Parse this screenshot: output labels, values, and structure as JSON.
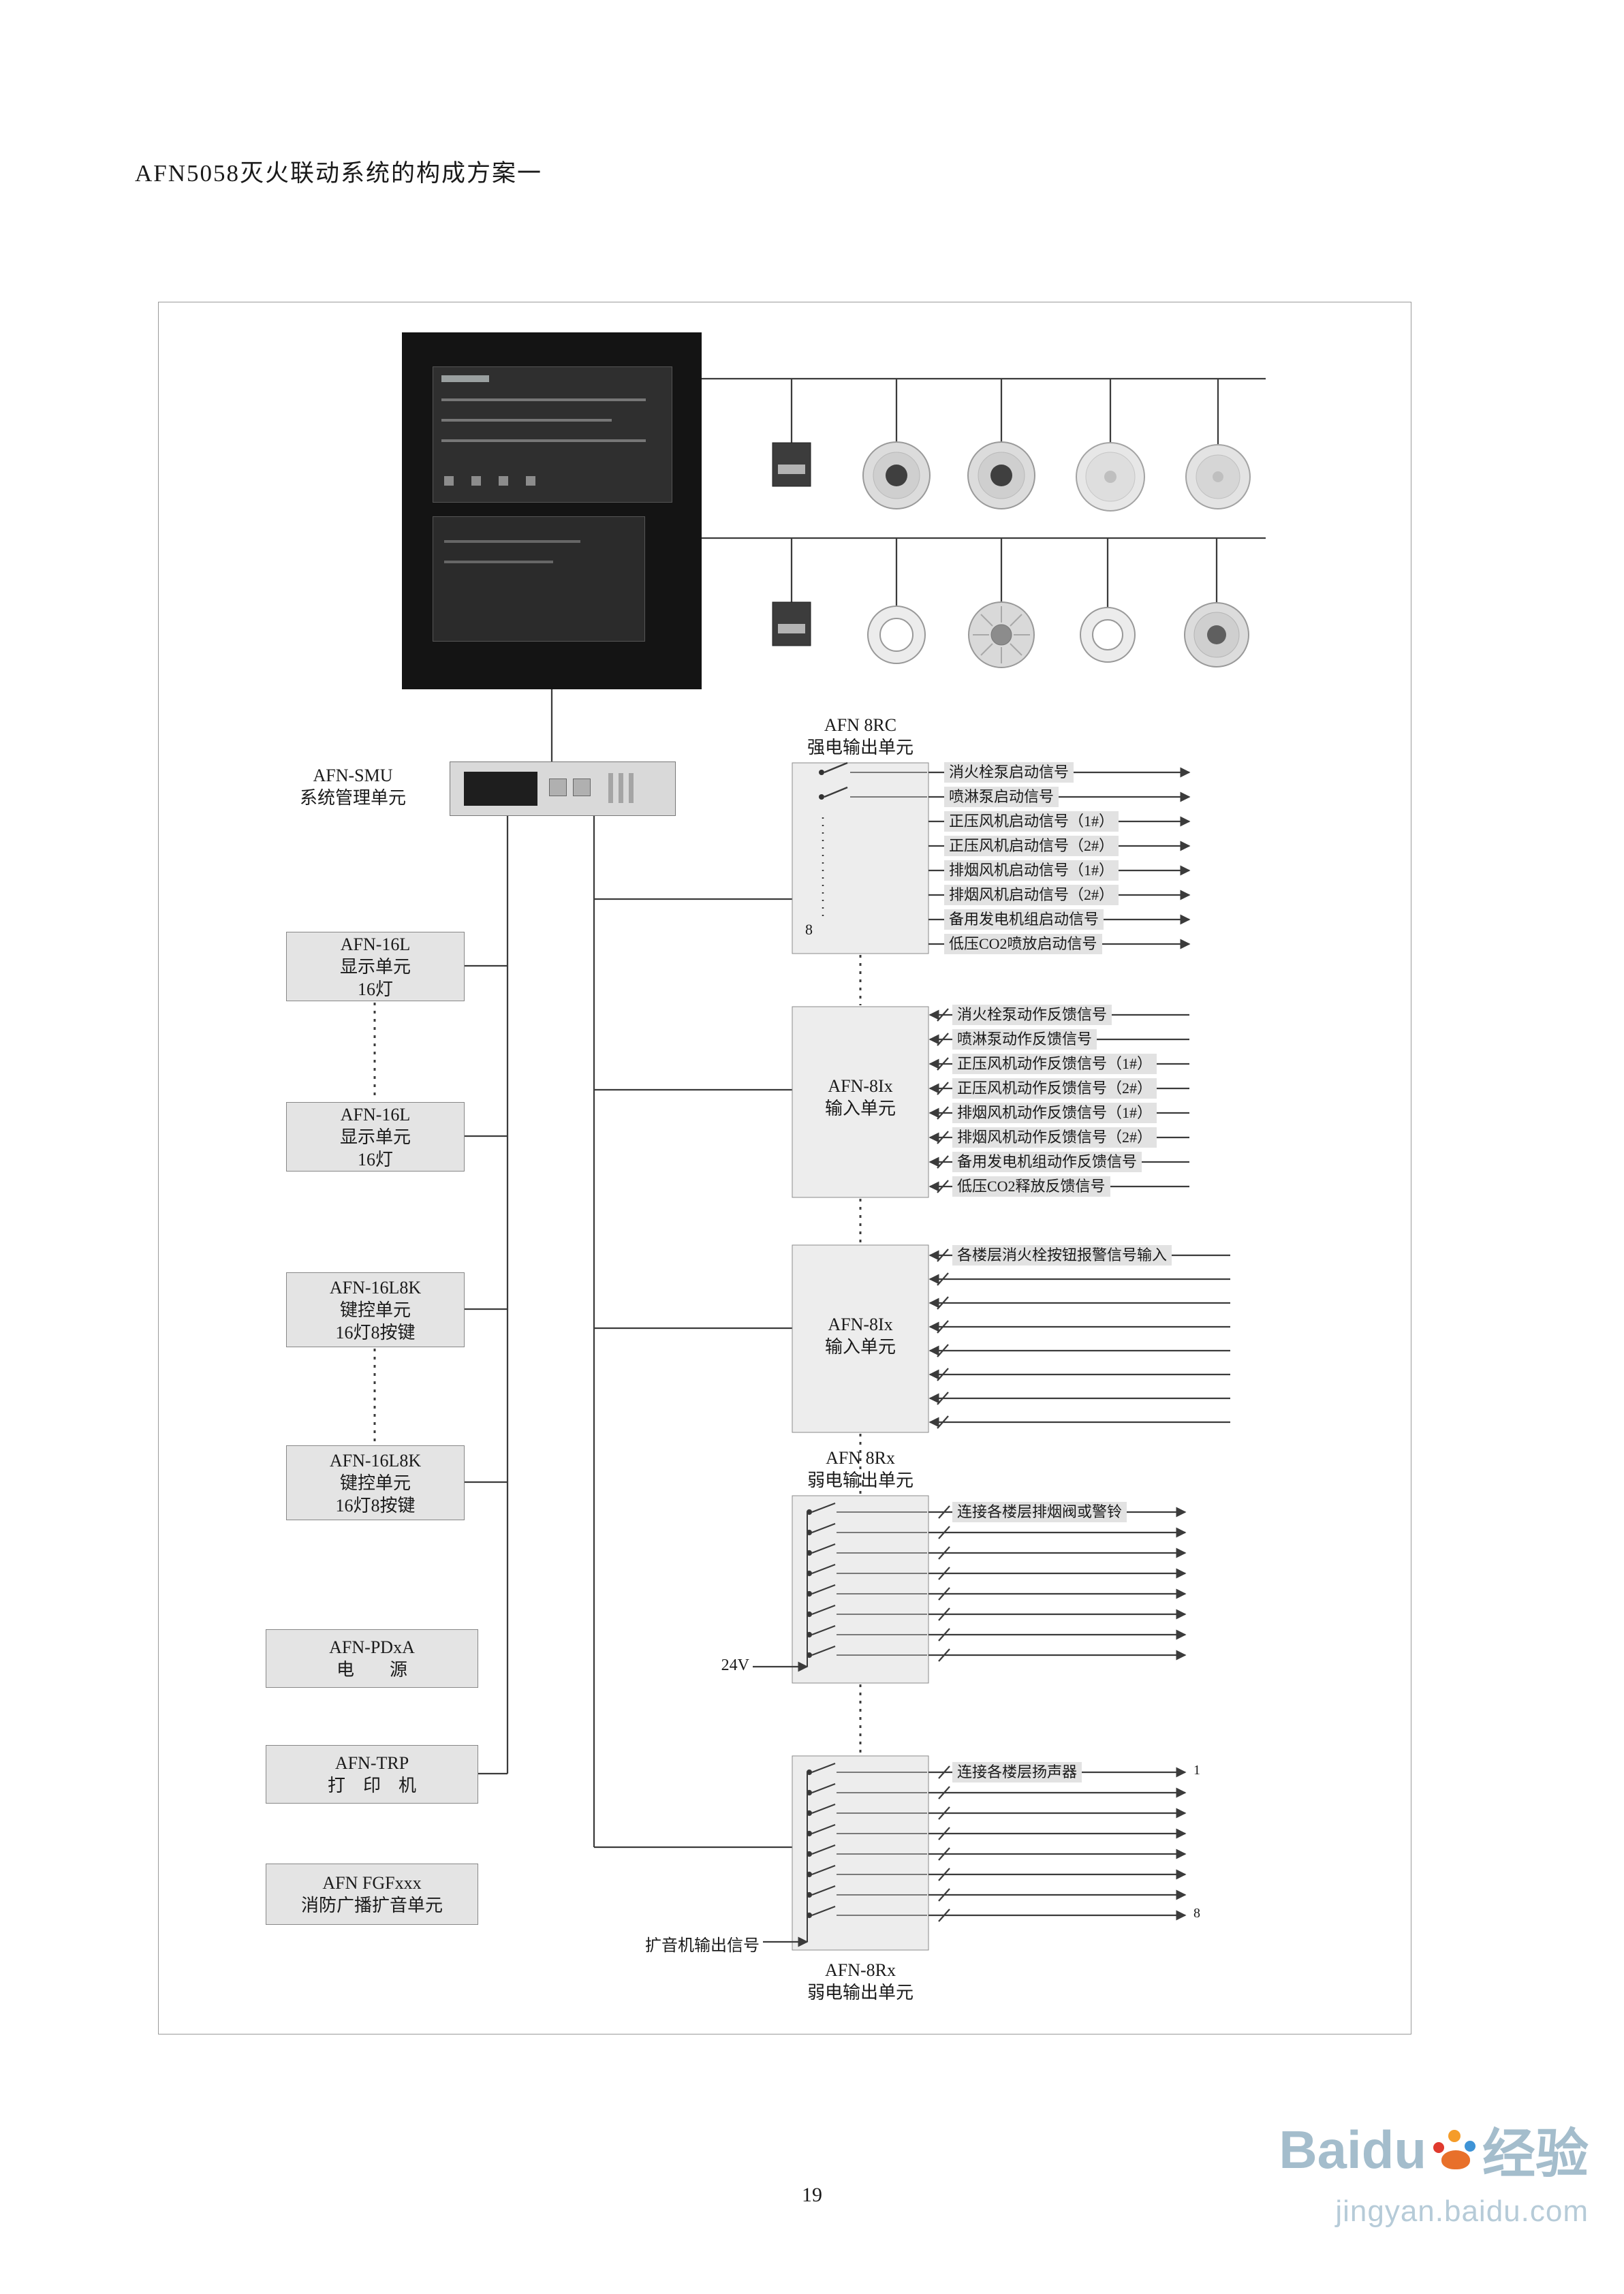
{
  "doc": {
    "title": "AFN5058灭火联动系统的构成方案一",
    "page_number": "19"
  },
  "smu": {
    "line1": "AFN-SMU",
    "line2": "系统管理单元"
  },
  "left_units": [
    {
      "line1": "AFN-16L",
      "line2": "显示单元",
      "line3": "16灯"
    },
    {
      "line1": "AFN-16L",
      "line2": "显示单元",
      "line3": "16灯"
    },
    {
      "line1": "AFN-16L8K",
      "line2": "键控单元",
      "line3": "16灯8按键"
    },
    {
      "line1": "AFN-16L8K",
      "line2": "键控单元",
      "line3": "16灯8按键"
    },
    {
      "line1": "AFN-PDxA",
      "line2": "电　　源"
    },
    {
      "line1": "AFN-TRP",
      "line2": "打　印　机"
    },
    {
      "line1": "AFN FGFxxx",
      "line2": "消防广播扩音单元"
    }
  ],
  "strong_output": {
    "title1": "AFN 8RC",
    "title2": "强电输出单元",
    "count_label": "8",
    "signals": [
      "消火栓泵启动信号",
      "喷淋泵启动信号",
      "正压风机启动信号（1#）",
      "正压风机启动信号（2#）",
      "排烟风机启动信号（1#）",
      "排烟风机启动信号（2#）",
      "备用发电机组启动信号",
      "低压CO2喷放启动信号"
    ]
  },
  "input_unit1": {
    "label1": "AFN-8Ix",
    "label2": "输入单元",
    "signals": [
      "消火栓泵动作反馈信号",
      "喷淋泵动作反馈信号",
      "正压风机动作反馈信号（1#）",
      "正压风机动作反馈信号（2#）",
      "排烟风机动作反馈信号（1#）",
      "排烟风机动作反馈信号（2#）",
      "备用发电机组动作反馈信号",
      "低压CO2释放反馈信号"
    ]
  },
  "input_unit2": {
    "label1": "AFN-8Ix",
    "label2": "输入单元",
    "header": "各楼层消火栓按钮报警信号输入"
  },
  "weak_output1": {
    "title1": "AFN 8Rx",
    "title2": "弱电输出单元",
    "header": "连接各楼层排烟阀或警铃",
    "aux_label": "24V"
  },
  "weak_output2": {
    "title1": "AFN-8Rx",
    "title2": "弱电输出单元",
    "header": "连接各楼层扬声器",
    "aux_label": "扩音机输出信号",
    "line_first": "1",
    "line_last": "8"
  },
  "watermark": {
    "brand": "Baidu",
    "brand_cn": "经验",
    "url": "jingyan.baidu.com"
  }
}
